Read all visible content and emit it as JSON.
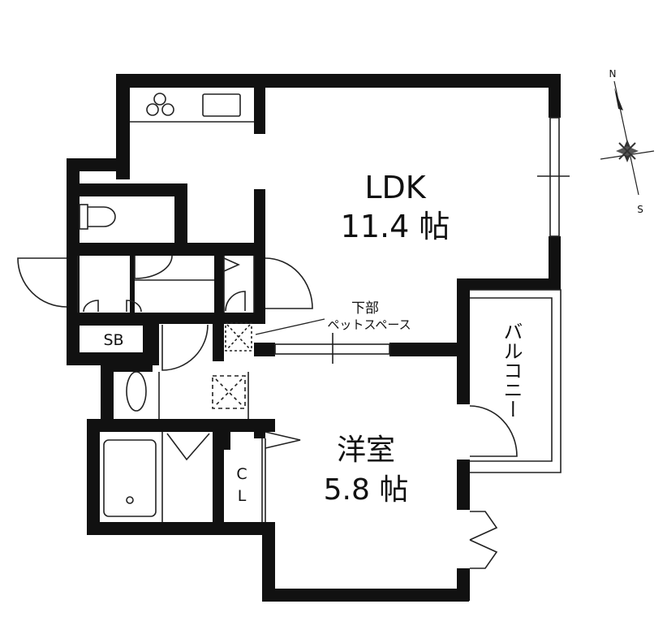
{
  "rooms": {
    "ldk": {
      "name": "LDK",
      "area": "11.4 帖"
    },
    "bedroom": {
      "name": "洋室",
      "area": "5.8 帖"
    },
    "balcony": {
      "name": "バルコニー"
    },
    "shoe_box": {
      "name": "SB"
    },
    "closet": {
      "line1": "C",
      "line2": "L"
    }
  },
  "annotation": {
    "line1": "下部",
    "line2": "ペットスペース"
  },
  "compass": {
    "north": "N",
    "south": "S"
  },
  "colors": {
    "wall": "#111111",
    "background": "#ffffff",
    "line": "#222222"
  }
}
